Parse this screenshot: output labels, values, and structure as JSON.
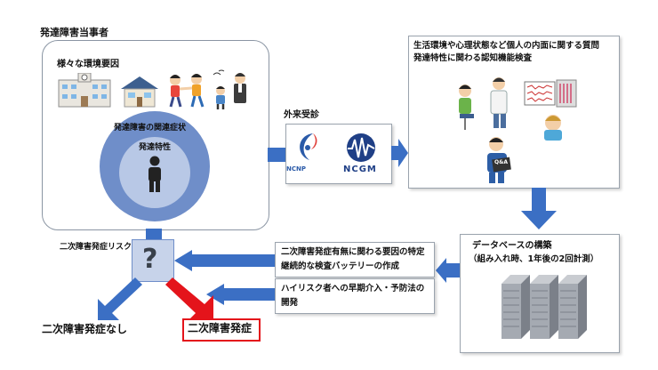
{
  "labels": {
    "main_title": "発達障害当事者",
    "env_factors": "様々な環境要因",
    "related_symptoms": "発達障害の関連症状",
    "dev_traits": "発達特性",
    "outpatient": "外来受診",
    "ncnp_logo": "NCNP",
    "ncgm_logo": "NCGM",
    "assessment_line1": "生活環境や心理状態など個人の内面に関する質問",
    "assessment_line2": "発達特性に関わる認知機能検査",
    "database_line1": "データベースの構築",
    "database_line2": "（組み入れ時、1年後の2回計測）",
    "factor_line1": "二次障害発症有無に関わる要因の特定",
    "factor_line2": "継続的な検査バッテリーの作成",
    "intervention_line1": "ハイリスク者への早期介入・予防法の",
    "intervention_line2": "開発",
    "risk_label": "二次障害発症リスク",
    "question_mark": "?",
    "no_onset": "二次障害発症なし",
    "onset": "二次障害発症",
    "qa_sign": "Q&A"
  },
  "colors": {
    "arrow_blue": "#3b6fc4",
    "arrow_red": "#e4141b",
    "circle_outer": "#6f8ec9",
    "circle_inner": "#b8c8e6",
    "onset_border": "#e4141b"
  },
  "icons": [
    "school-building-icon",
    "house-icon",
    "children-fighting-icon",
    "scolding-family-icon",
    "person-silhouette-icon",
    "doctor-interview-icon",
    "eeg-test-icon",
    "qa-worker-icon",
    "server-rack-icon"
  ]
}
